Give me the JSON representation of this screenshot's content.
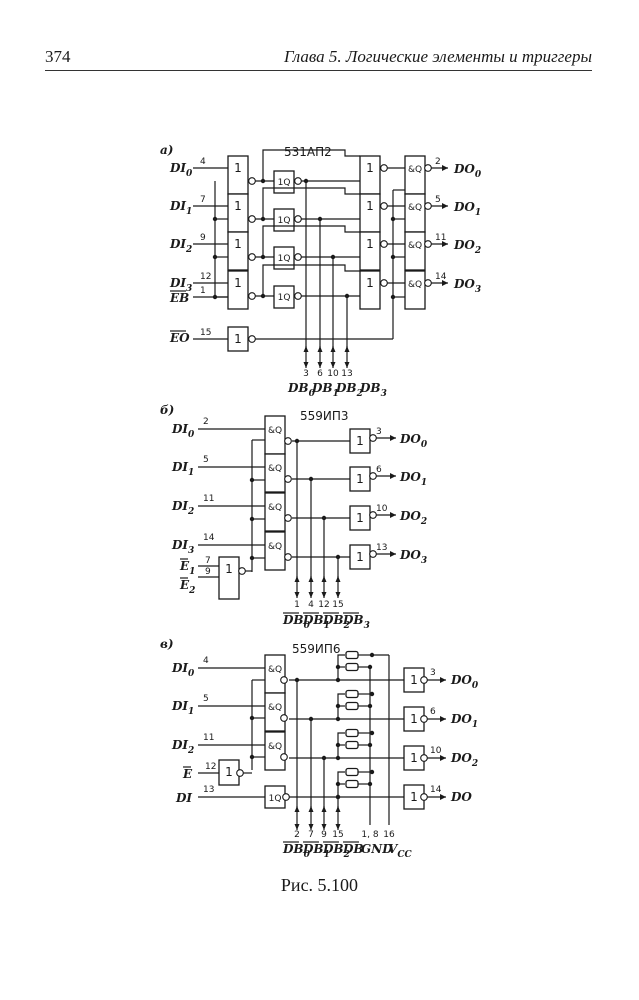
{
  "header": {
    "page_number": "374",
    "running_head": "Глава 5.  Логические элементы и триггеры"
  },
  "figure": {
    "caption": "Рис. 5.100",
    "panels": [
      {
        "tag": "а)",
        "chip": "531АП2",
        "inputs": [
          {
            "label": "DI",
            "sub": "0",
            "pin": "4"
          },
          {
            "label": "DI",
            "sub": "1",
            "pin": "7"
          },
          {
            "label": "DI",
            "sub": "2",
            "pin": "9"
          },
          {
            "label": "DI",
            "sub": "3",
            "pin": "12"
          }
        ],
        "enable_inputs": [
          {
            "label": "EB",
            "pin": "1"
          },
          {
            "label": "EO",
            "pin": "15"
          }
        ],
        "outputs": [
          {
            "label": "DO",
            "sub": "0",
            "pin": "2"
          },
          {
            "label": "DO",
            "sub": "1",
            "pin": "5"
          },
          {
            "label": "DO",
            "sub": "2",
            "pin": "11"
          },
          {
            "label": "DO",
            "sub": "3",
            "pin": "14"
          }
        ],
        "bus_pins": [
          "3",
          "6",
          "10",
          "13"
        ],
        "bus_labels": [
          {
            "label": "DB",
            "sub": "0"
          },
          {
            "label": "DB",
            "sub": "1"
          },
          {
            "label": "DB",
            "sub": "2"
          },
          {
            "label": "DB",
            "sub": "3"
          }
        ],
        "gate_symbols": {
          "or": "1",
          "buffer": "1Q",
          "and": "&Q"
        }
      },
      {
        "tag": "б)",
        "chip": "559ИП3",
        "inputs": [
          {
            "label": "DI",
            "sub": "0",
            "pin": "2"
          },
          {
            "label": "DI",
            "sub": "1",
            "pin": "5"
          },
          {
            "label": "DI",
            "sub": "2",
            "pin": "11"
          },
          {
            "label": "DI",
            "sub": "3",
            "pin": "14"
          }
        ],
        "enable_inputs": [
          {
            "label": "E",
            "sub": "1",
            "pin": "7"
          },
          {
            "label": "E",
            "sub": "2",
            "pin": "9"
          }
        ],
        "outputs": [
          {
            "label": "DO",
            "sub": "0",
            "pin": "3"
          },
          {
            "label": "DO",
            "sub": "1",
            "pin": "6"
          },
          {
            "label": "DO",
            "sub": "2",
            "pin": "10"
          },
          {
            "label": "DO",
            "sub": "3",
            "pin": "13"
          }
        ],
        "bus_pins": [
          "1",
          "4",
          "12",
          "15"
        ],
        "bus_labels": [
          {
            "label": "DB",
            "sub": "0"
          },
          {
            "label": "DB",
            "sub": "1"
          },
          {
            "label": "DB",
            "sub": "2"
          },
          {
            "label": "DB",
            "sub": "3"
          }
        ],
        "gate_symbols": {
          "or": "1",
          "and": "&Q"
        }
      },
      {
        "tag": "в)",
        "chip": "559ИП6",
        "inputs": [
          {
            "label": "DI",
            "sub": "0",
            "pin": "4"
          },
          {
            "label": "DI",
            "sub": "1",
            "pin": "5"
          },
          {
            "label": "DI",
            "sub": "2",
            "pin": "11"
          },
          {
            "label": "DI",
            "sub": "",
            "pin": "13"
          }
        ],
        "enable_inputs": [
          {
            "label": "E",
            "pin": "12"
          }
        ],
        "outputs": [
          {
            "label": "DO",
            "sub": "0",
            "pin": "3"
          },
          {
            "label": "DO",
            "sub": "1",
            "pin": "6"
          },
          {
            "label": "DO",
            "sub": "2",
            "pin": "10"
          },
          {
            "label": "DO",
            "sub": "",
            "pin": "14"
          }
        ],
        "bus_pins": [
          "2",
          "7",
          "9",
          "15"
        ],
        "bus_labels": [
          {
            "label": "DB",
            "sub": "0"
          },
          {
            "label": "DB",
            "sub": "1"
          },
          {
            "label": "DB",
            "sub": "2"
          },
          {
            "label": "DB",
            "sub": ""
          }
        ],
        "power_pins": [
          {
            "pin": "1, 8",
            "label": "GND"
          },
          {
            "pin": "16",
            "label": "V",
            "sub": "CC"
          }
        ],
        "gate_symbols": {
          "or": "1",
          "buffer": "1Q",
          "and": "&Q"
        }
      }
    ]
  }
}
